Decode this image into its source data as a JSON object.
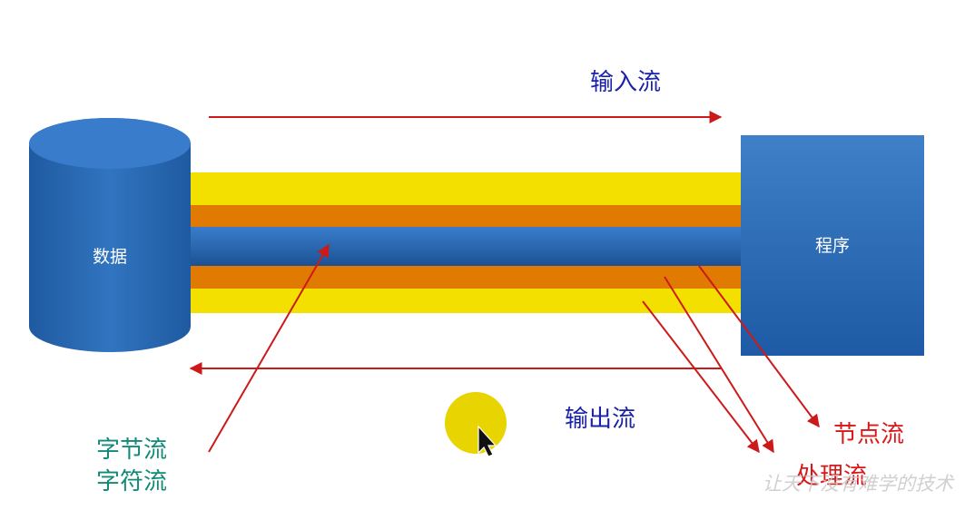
{
  "labels": {
    "input_stream": "输入流",
    "output_stream": "输出流",
    "data_source": "数据",
    "program": "程序",
    "byte_stream": "字节流",
    "char_stream": "字符流",
    "node_stream": "节点流",
    "processing_stream": "处理流"
  },
  "watermark": "让天下没有难学的技术",
  "colors": {
    "blue": "#2a68b0",
    "yellow": "#f3e000",
    "orange": "#e07a00",
    "arrow_red": "#cc1a1a",
    "label_blue": "#1a23a8",
    "label_teal": "#128a78",
    "label_red": "#d81818",
    "cursor_halo": "#e8d400"
  },
  "cursor": "mouse-pointer-icon"
}
